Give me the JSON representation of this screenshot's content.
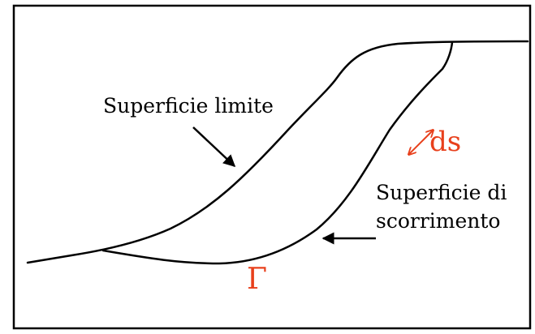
{
  "labels": {
    "boundary_surface": "Superficie limite",
    "slip_surface_line1": "Superficie di",
    "slip_surface_line2": "scorrimento",
    "ds": "ds",
    "gamma": "Γ"
  },
  "colors": {
    "line": "#000000",
    "accent": "#e8401c",
    "background": "#ffffff"
  },
  "icons": {
    "ds_arrow": "double-headed-arrow-icon",
    "pointer_boundary": "arrow-icon",
    "pointer_slip": "arrow-icon"
  }
}
